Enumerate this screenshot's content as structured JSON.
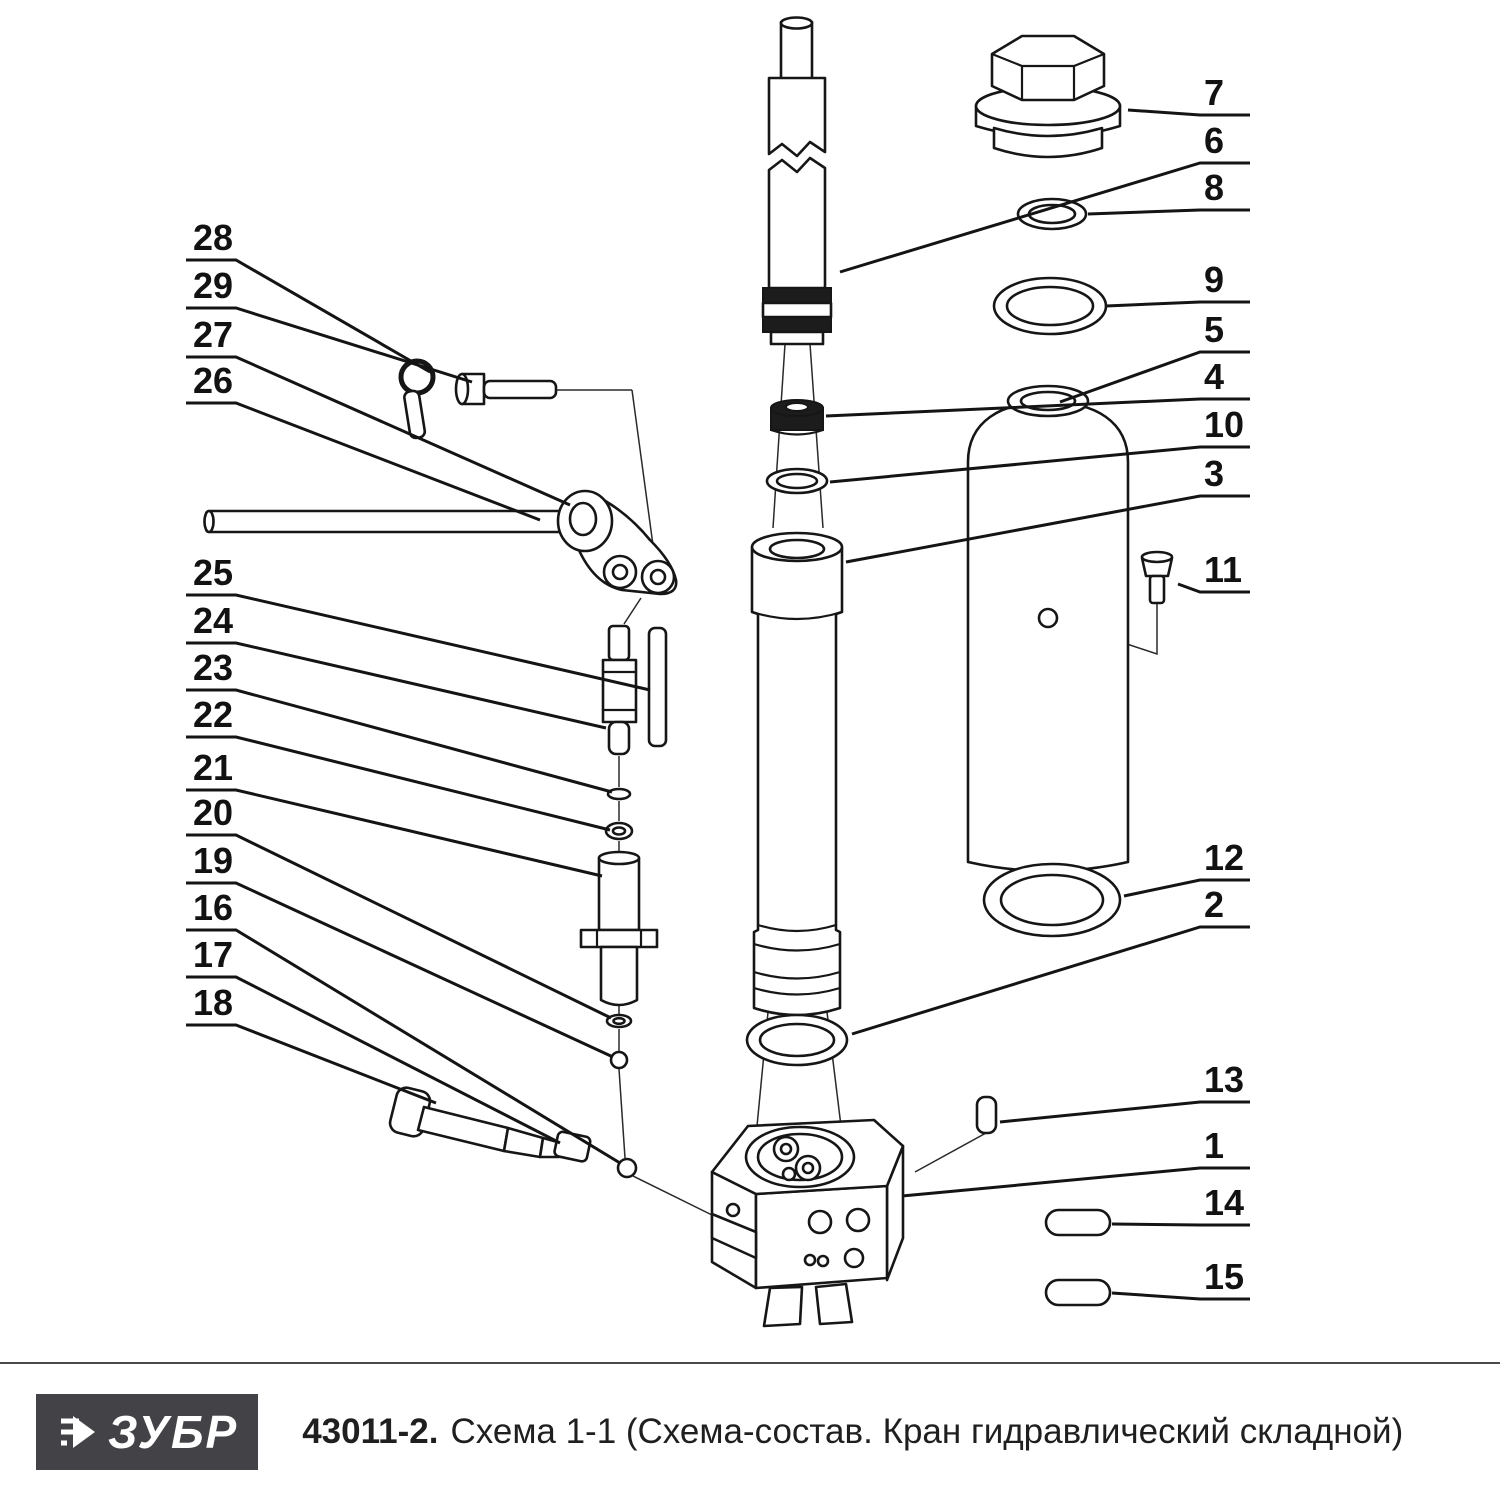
{
  "footer": {
    "brand": "ЗУБР",
    "model": "43011-2.",
    "title": "Схема 1-1 (Схема-состав. Кран гидравлический складной)"
  },
  "parts": {
    "right": [
      "7",
      "6",
      "8",
      "9",
      "5",
      "4",
      "10",
      "3",
      "11",
      "12",
      "2",
      "13",
      "1",
      "14",
      "15"
    ],
    "left": [
      "28",
      "29",
      "27",
      "26",
      "25",
      "24",
      "23",
      "22",
      "21",
      "20",
      "19",
      "16",
      "17",
      "18"
    ]
  }
}
